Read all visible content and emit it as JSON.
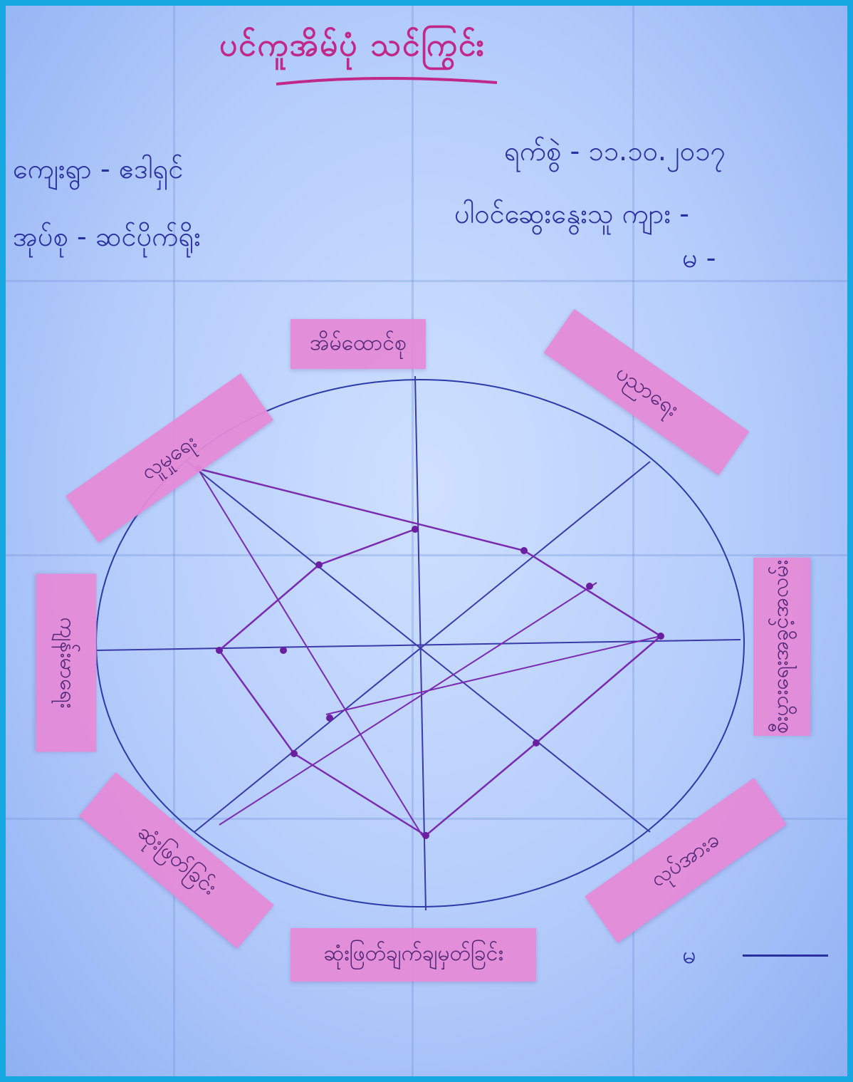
{
  "title": "ပင်ကူအိမ်ပုံ သင်ကြွင်း",
  "meta": {
    "village_label": "ကျေးရွာ - ဧဒါရှင်",
    "date_label": "ရက်စွဲ - ၁၁.၁၀.၂၀၁၇",
    "group_label": "အုပ်စု - ဆင်ပိုက်ရိုး",
    "participants_label": "ပါဝင်ဆွေးနွေးသူ ကျား -",
    "participants_female": "မ -",
    "bottom_female": "မ"
  },
  "spokes": [
    "အိမ်ထောင်စု",
    "ပညာရေး",
    "စီးပွားရေးအခွင့်အလမ်း",
    "ကျန်းမာရေး",
    "ဆုံးဖြတ်ချက်ချမှတ်ခြင်း",
    "လူမှုရေး",
    "လုပ်အားခ",
    "ဆုံးဖြတ်ခြင်း"
  ],
  "colors": {
    "paper": "#c4d8ff",
    "ink_blue": "#2a2fa0",
    "ink_magenta": "#c0288a",
    "sticky_note": "#e58bd8",
    "border": "#16a8e0"
  }
}
